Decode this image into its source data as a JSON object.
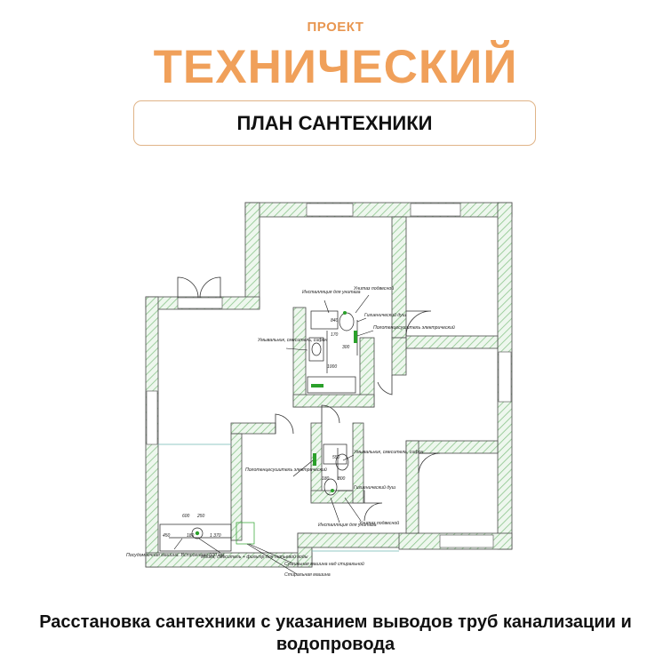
{
  "header": {
    "kicker": "ПРОЕКТ",
    "title": "ТЕХНИЧЕСКИЙ",
    "subtitle": "ПЛАН САНТЕХНИКИ"
  },
  "plan": {
    "labels": {
      "installation_top": "Инсталляция для унитаза",
      "toilet_hung_top": "Унитаз подвесной",
      "hygienic_shower_top": "Гигиенический душ",
      "heater_top": "Полотенцесушитель электрический",
      "sink_top": "Умывальник, смеситель, сифон",
      "sink_mid": "Умывальник, смеситель, сифон",
      "heater_mid": "Полотенцесушитель электрический",
      "hygienic_shower_mid": "Гигиенический душ",
      "installation_bottom": "Инсталляция для унитаза",
      "toilet_hung_bottom": "Унитаз подвесной",
      "dishwasher": "Посудомоечная машина. Встроенная 600 мм",
      "kitchen_sink": "Мойка, смеситель + фильтр для питьевой воды",
      "washer_dryer": "Сушильная машина над стиральной",
      "washer": "Стиральная машина"
    },
    "dimensions": {
      "d1": "600",
      "d2": "250",
      "d3": "450",
      "d4": "180",
      "d5": "1 370",
      "d6": "840",
      "d7": "170",
      "d8": "300",
      "d9": "550",
      "d10": "180",
      "d11": "800",
      "d12": "1000"
    },
    "colors": {
      "wall_hatch": "#8cc58c",
      "fixture_green": "#2aa02a",
      "pipe_line": "#111111"
    }
  },
  "footer": {
    "caption": "Расстановка сантехники с указанием выводов труб канализации и водопровода"
  }
}
